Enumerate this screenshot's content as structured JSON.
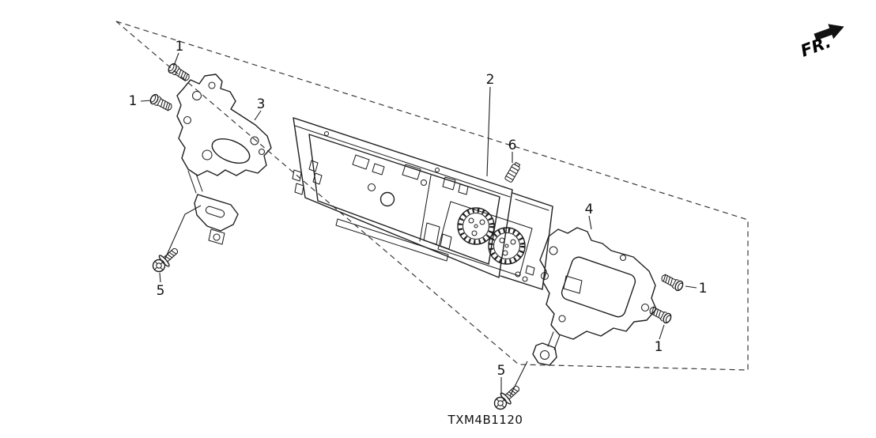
{
  "diagram": {
    "fr_label": "FR.",
    "code": "TXM4B1120",
    "callouts": [
      "1",
      "1",
      "2",
      "3",
      "6",
      "4",
      "5",
      "5",
      "1",
      "1"
    ],
    "colors": {
      "line": "#1f1f1f",
      "background": "#ffffff",
      "dashed_boundary": "#3a3a3a"
    }
  }
}
